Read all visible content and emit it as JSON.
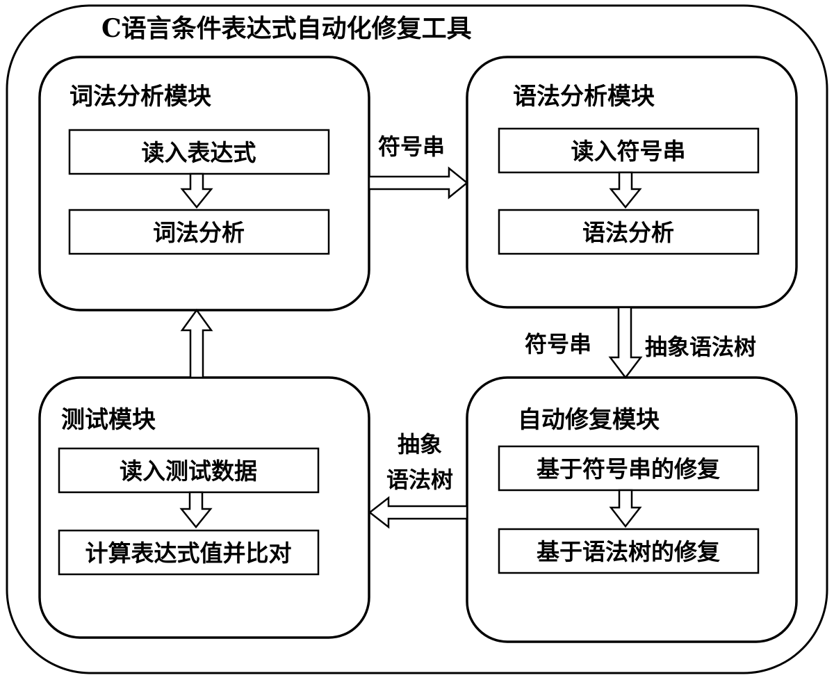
{
  "title": "C语言条件表达式自动化修复工具",
  "modules": {
    "lexical": {
      "title": "词法分析模块",
      "steps": [
        "读入表达式",
        "词法分析"
      ]
    },
    "syntax": {
      "title": "语法分析模块",
      "steps": [
        "读入符号串",
        "语法分析"
      ]
    },
    "repair": {
      "title": "自动修复模块",
      "steps": [
        "基于符号串的修复",
        "基于语法树的修复"
      ]
    },
    "test": {
      "title": "测试模块",
      "steps": [
        "读入测试数据",
        "计算表达式值并比对"
      ]
    }
  },
  "edges": {
    "lexical_to_syntax": "符号串",
    "syntax_to_repair_left": "符号串",
    "syntax_to_repair_right": "抽象语法树",
    "repair_to_test_line1": "抽象",
    "repair_to_test_line2": "语法树"
  }
}
